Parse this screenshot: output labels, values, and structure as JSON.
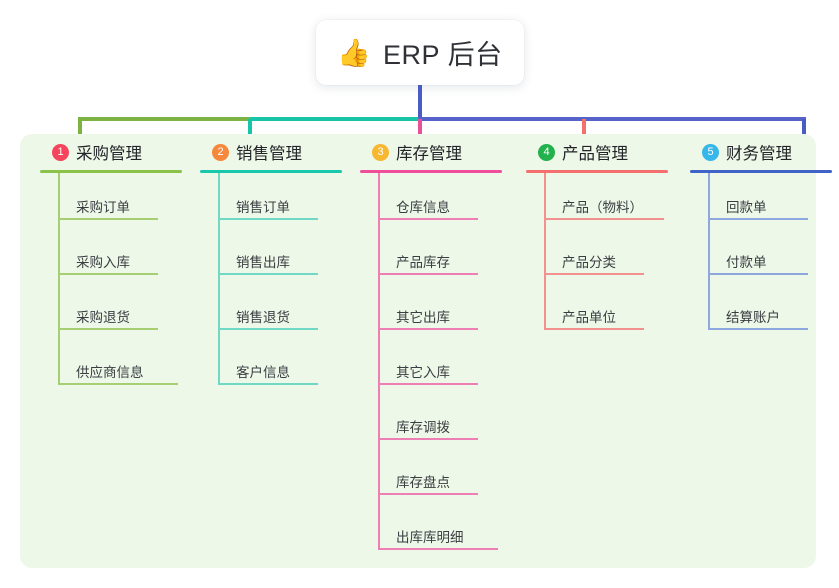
{
  "root": {
    "icon": "thumbs-up-icon",
    "emoji": "👍",
    "title": "ERP 后台"
  },
  "palette": {
    "panel_background": "#eef8e9",
    "page_background": "#ffffff",
    "root_text": "#2f3136",
    "item_text": "#3a3d42"
  },
  "connector": {
    "root_stem_color": "#4a5bc4",
    "bar_segments": [
      {
        "color": "#7cb342",
        "label": "green-segment"
      },
      {
        "color": "#17c4a8",
        "label": "teal-segment"
      },
      {
        "color": "#5663c8",
        "label": "blue-segment"
      }
    ],
    "drops": [
      "#7cb342",
      "#17c4a8",
      "#e8509a",
      "#f4706e",
      "#4a5bc4"
    ]
  },
  "columns": [
    {
      "number": "1",
      "title": "采购管理",
      "badge_color": "#f4455c",
      "rule_color": "#8bc34a",
      "line_color": "#a5cf72",
      "items": [
        "采购订单",
        "采购入库",
        "采购退货",
        "供应商信息"
      ]
    },
    {
      "number": "2",
      "title": "销售管理",
      "badge_color": "#f5883a",
      "rule_color": "#19c7ab",
      "line_color": "#72d8c6",
      "items": [
        "销售订单",
        "销售出库",
        "销售退货",
        "客户信息"
      ]
    },
    {
      "number": "3",
      "title": "库存管理",
      "badge_color": "#f7b731",
      "rule_color": "#ef4e9b",
      "line_color": "#ee7fb4",
      "items": [
        "仓库信息",
        "产品库存",
        "其它出库",
        "其它入库",
        "库存调拨",
        "库存盘点",
        "出库库明细"
      ]
    },
    {
      "number": "4",
      "title": "产品管理",
      "badge_color": "#22b14c",
      "rule_color": "#f4706e",
      "line_color": "#f2918f",
      "items": [
        "产品（物料）",
        "产品分类",
        "产品单位"
      ]
    },
    {
      "number": "5",
      "title": "财务管理",
      "badge_color": "#37b6e9",
      "rule_color": "#3f63c6",
      "line_color": "#8ea7de",
      "items": [
        "回款单",
        "付款单",
        "结算账户"
      ]
    }
  ]
}
